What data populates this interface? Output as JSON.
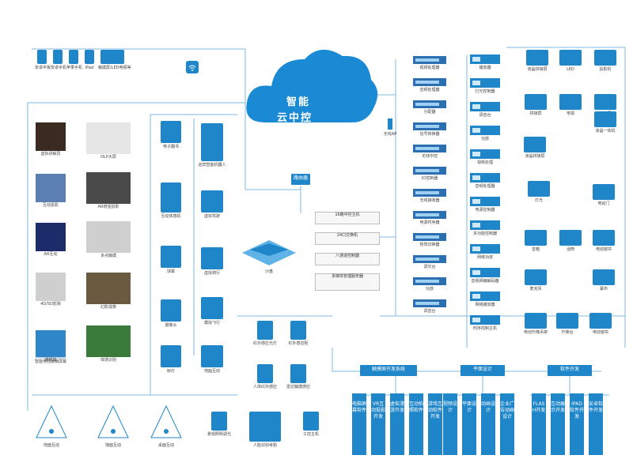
{
  "cloud": {
    "line1": "智能",
    "line2": "云中控"
  },
  "center_labels": {
    "cloud_box": "路由器",
    "ap": "无线AP",
    "sandbox": "沙盘"
  },
  "phones": [
    "安卓平板",
    "安卓手机",
    "苹果手机",
    "iPad",
    "触摸屏/LED电视等"
  ],
  "wifi": "",
  "left_column": [
    "虚拟讲解员",
    "互动投影",
    "AR互动",
    "4D/5D影院",
    "智能电控玻璃屏幕",
    "裸眼墙"
  ],
  "mid_left_column": [
    "DLP大屏",
    "AR增强投影",
    "多点触摸",
    "幻影成像",
    "体感识别"
  ],
  "device_column": [
    "电子翻书",
    "互动体感机",
    "球幕",
    "摄像头",
    "射灯"
  ],
  "robot_column": [
    "迎宾智能机器人",
    "虚拟驾驶",
    "虚拟骑行",
    "模拟飞行",
    "地面互动"
  ],
  "bottom_left": [
    "地面互动",
    "墙面互动",
    "桌面互动"
  ],
  "sensors": [
    "红外感应光灯",
    "红外感应柜",
    "人体红外感应",
    "雷达触摸感应",
    "景观照明调光",
    "人脸识别考勤",
    "工控主机"
  ],
  "rack_center": [
    "16路中控主机",
    "24口交换机",
    "八通道控制器",
    "多媒体管理服务器"
  ],
  "rack_col1": [
    "视频处理器",
    "音频处理器",
    "分配器",
    "信号转换器",
    "无线中控",
    "IO控制器",
    "无线接收器",
    "电源时序器",
    "矩阵切换器",
    "调光台",
    "功放",
    "调音台"
  ],
  "rack_col2": [
    "播放器",
    "灯光控制器",
    "调音台",
    "功放",
    "视频处理",
    "音频处理器",
    "电源控制器",
    "多功能控制器",
    "网络功放",
    "音视频编解码器",
    "网络播放器",
    "时序控制主机"
  ],
  "right_devices": [
    "液晶拼接屏",
    "LED",
    "投影机",
    "拼接屏",
    "电视",
    "触摸屏",
    "液晶拼接屏",
    "液晶一体机",
    "音箱",
    "话筒",
    "电动门",
    "电动窗帘",
    "幕布",
    "灯光",
    "麦克风",
    "电动升降吊架",
    "升降台",
    "电动窗帘"
  ],
  "categories": {
    "left": "触摸屏开发系统",
    "mid": "平面设计",
    "right": "软件开发"
  },
  "leaf_left": [
    "电脑屏幕软件",
    "VR互动投影开发",
    "虚拟漫游开发",
    "互动拍照软件",
    "游戏互动软件开发"
  ],
  "leaf_mid": [
    "视频设计",
    "平面设计",
    "动画设计",
    "企业广告动画设计"
  ],
  "leaf_right": [
    "FLASH开发",
    "互动展示开发",
    "IPAD软件开发",
    "安卓软件开发"
  ],
  "colors": {
    "accent": "#1f86c9",
    "cloud": "#1a8ad4",
    "wire": "#7fb9e2"
  }
}
